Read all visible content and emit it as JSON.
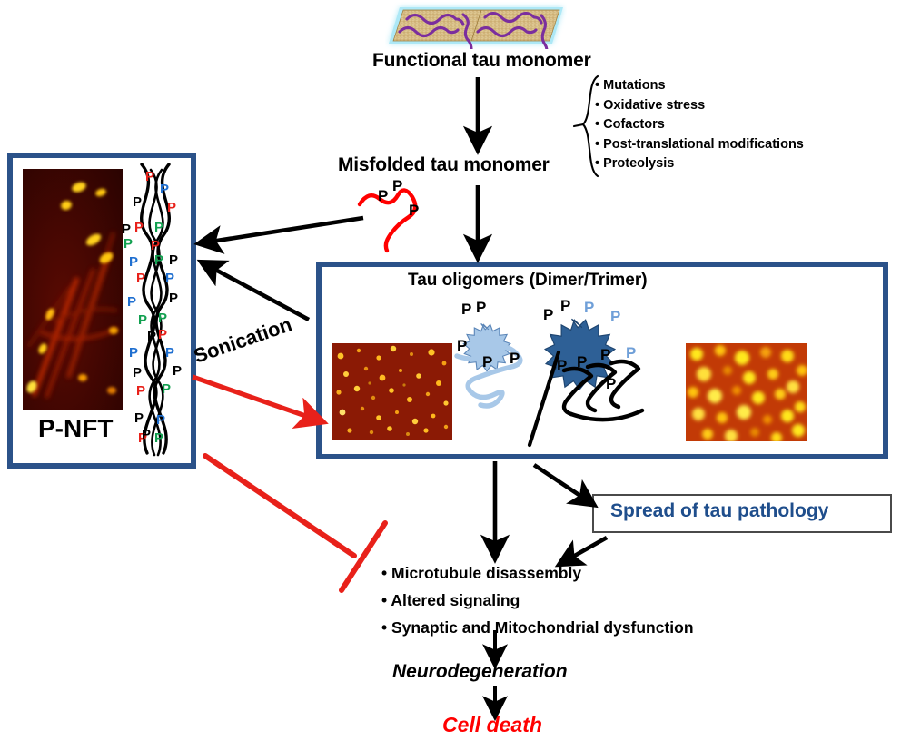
{
  "diagram": {
    "title_functional": "Functional tau monomer",
    "title_misfolded": "Misfolded  tau monomer",
    "colors": {
      "box_blue": "#2B5289",
      "spread_text_blue": "#1F4E8C",
      "cell_death_red": "#FF0000",
      "sonication_arrow_red": "#E8211A",
      "inhibition_red": "#E8211A",
      "oligomer_dark_blue": "#2E6096",
      "oligomer_light_blue": "#A8C8E8",
      "tau_purple": "#7B2E9E",
      "microtubule_tan": "#D8BE84",
      "afm_dark_red": "#8B1A05",
      "afm_bright_orange": "#E05A10"
    },
    "causes": {
      "items": [
        "Mutations",
        "Oxidative stress",
        "Cofactors",
        "Post-translational modifications",
        "Proteolysis"
      ]
    },
    "oligomer_box": {
      "title": "Tau oligomers (Dimer/Trimer)",
      "small_monomer_phosphates": [
        "P",
        "P"
      ],
      "large_oligomer_phosphates": [
        "P",
        "P",
        "P",
        "P"
      ],
      "light_squiggle_phosphates": [
        "P",
        "P",
        "P"
      ],
      "black_squiggle_phosphates": [
        "P",
        "P",
        "P",
        "P",
        "P"
      ]
    },
    "nft_box": {
      "label": "P-NFT",
      "filament_phosphate_label": "P"
    },
    "sonication": {
      "label": "Sonication"
    },
    "spread": {
      "label": "Spread of  tau pathology"
    },
    "effects": {
      "items": [
        "Microtubule disassembly",
        "Altered signaling",
        " Synaptic and Mitochondrial dysfunction"
      ],
      "neurodegeneration": "Neurodegeneration",
      "cell_death": "Cell death"
    }
  }
}
